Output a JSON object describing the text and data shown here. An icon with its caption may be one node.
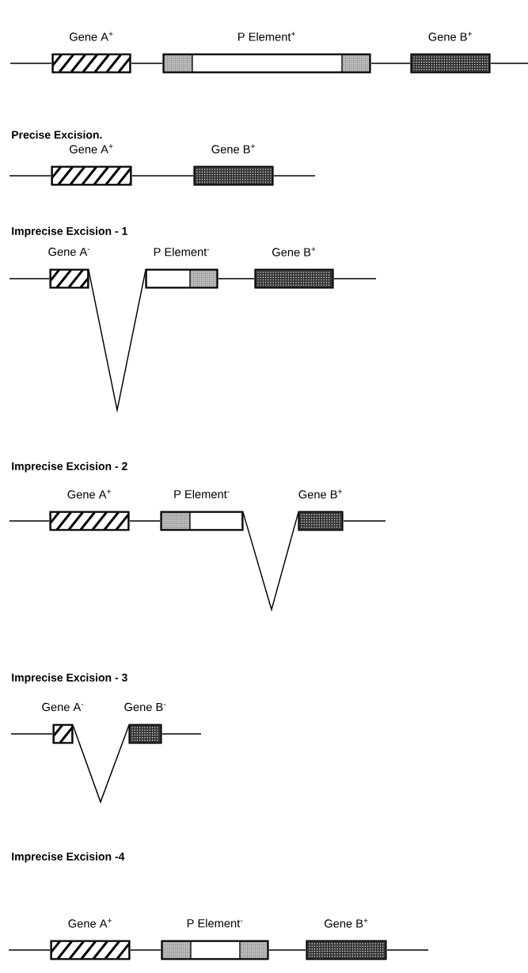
{
  "diagram": {
    "nodes": [
      {
        "text": [
          "Gene A$^{+}$"
        ]
      },
      {
        "text": [
          "P Element$^{+}$"
        ]
      },
      {
        "text": [
          "Gene B$^{+}$"
        ]
      },
      {
        "text": [
          "Gene A$^{+}$"
        ]
      },
      {
        "text": [
          "Gene B$^{+}$"
        ]
      },
      {
        "text": [
          "Gene A$^{-}$"
        ]
      },
      {
        "text": [
          "P Element$^{-}$"
        ]
      },
      {
        "text": [
          "Gene B$^{+}$"
        ]
      },
      {
        "text": [
          "Gene A$^{+}$"
        ]
      },
      {
        "text": [
          "P Element$^{-}$"
        ]
      },
      {
        "text": [
          "Gene B$^{+}$"
        ]
      },
      {
        "text": [
          "Gene A$^{-}$"
        ]
      },
      {
        "text": [
          "Gene B$^{-}$"
        ]
      },
      {
        "text": [
          "Gene A$^{+}$"
        ]
      },
      {
        "text": [
          "P Element$^{-}$"
        ]
      },
      {
        "text": [
          "Gene B$^{+}$"
        ]
      }
    ],
    "edges": [
      {
        "from": null,
        "to": 0,
        "arrow": "none"
      },
      {
        "from": 0,
        "to": 1,
        "arrow": "none"
      },
      {
        "from": 1,
        "to": 2,
        "arrow": "none"
      },
      {
        "from": 2,
        "to": null,
        "arrow": "none"
      },
      {
        "from": null,
        "to": 3,
        "arrow": "none"
      },
      {
        "from": 3,
        "to": 4,
        "arrow": "none"
      },
      {
        "from": 4,
        "to": null,
        "arrow": "none"
      },
      {
        "from": null,
        "to": 5,
        "arrow": "none"
      },
      {
        "from": 5,
        "to": 6,
        "arrow": "none"
      },
      {
        "from": 6,
        "to": 7,
        "arrow": "none"
      },
      {
        "from": 7,
        "to": null,
        "arrow": "none"
      },
      {
        "from": null,
        "to": 8,
        "arrow": "none"
      },
      {
        "from": 8,
        "to": 9,
        "arrow": "none"
      },
      {
        "from": 9,
        "to": 10,
        "arrow": "none"
      },
      {
        "from": 10,
        "to": null,
        "arrow": "none"
      },
      {
        "from": null,
        "to": 11,
        "arrow": "none"
      },
      {
        "from": 11,
        "to": 12,
        "arrow": "none"
      },
      {
        "from": 12,
        "to": null,
        "arrow": "none"
      },
      {
        "from": null,
        "to": 13,
        "arrow": "none"
      },
      {
        "from": 13,
        "to": 14,
        "arrow": "none"
      },
      {
        "from": 14,
        "to": 15,
        "arrow": "none"
      },
      {
        "from": 15,
        "to": null,
        "arrow": "none"
      }
    ],
    "labels": [
      "Precise Excision.",
      "Imprecise Excision - 1",
      "Imprecise Excision - 2",
      "Imprecise Excision - 3",
      "Imprecise Excision -4"
    ]
  }
}
